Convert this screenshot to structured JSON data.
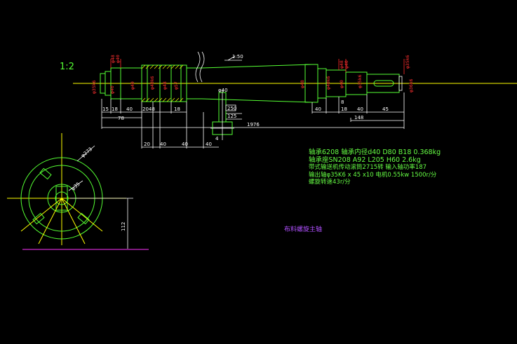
{
  "drawing": {
    "scale_label": "1:2",
    "title": "布料螺旋主轴",
    "specs": [
      "轴承6208 轴承内径d40 D80 B18 0.368kg",
      "轴承座SN208 A92 L205 H60 2.6kg",
      "带式输送机传动滚筒2715转 输入轴功率187",
      "输出轴φ35K6 x 45 x10 电机0.55kw 1500r/分",
      "螺旋转速43r/分"
    ],
    "shaft_labels": {
      "left_end": "φ35k6",
      "neck_1": "φ40",
      "neck_2": "φ40",
      "bearing_left": "φ40k6",
      "collar_left": "φ48",
      "main_tube": "φ57",
      "collar_right": "φ48",
      "bearing_right": "φ40k6",
      "neck_right": "φ40",
      "key_end": "φ35k6",
      "end_right": "φ36k6",
      "top_left_a": "φ48",
      "top_left_b": "φ40",
      "top_right_a": "φ48",
      "top_right_b": "φ40",
      "far_right": "φ35k6",
      "sub_top": "φ40"
    },
    "dimensions": {
      "d15": "15",
      "d18a": "18",
      "d40a": "40",
      "d20a": "20",
      "d48a": "48",
      "d18b": "18",
      "d78": "78",
      "d20b": "20",
      "d40b": "40",
      "d40c": "40",
      "d40d": "40",
      "d1976": "1976",
      "d40e": "40",
      "d18c": "18",
      "d40f": "40",
      "d45": "45",
      "d148": "148",
      "d125": "125",
      "d8": "8",
      "d4": "4",
      "d250": "250",
      "slope": "1:50"
    },
    "end_view": {
      "outer": "φ273",
      "inner": "φ35",
      "height": "112"
    }
  }
}
